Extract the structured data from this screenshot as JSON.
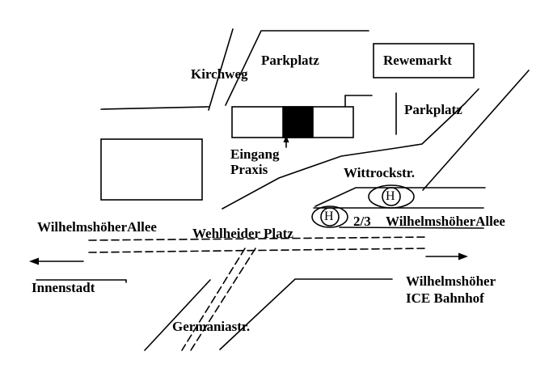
{
  "map": {
    "labels": {
      "kirchweg": "Kirchweg",
      "parkplatz_top": "Parkplatz",
      "rewemarkt": "Rewemarkt",
      "parkplatz_right": "Parkplatz",
      "eingang": "Eingang",
      "praxis": "Praxis",
      "wittrockstr": "Wittrockstr.",
      "wilhelmshoeher_allee_left": "WilhelmshöherAllee",
      "bus_line": "2/3",
      "wilhelmshoeher_allee_right": "WilhelmshöherAllee",
      "wehlheider_platz": "Wehlheider Platz",
      "innenstadt": "Innenstadt",
      "wilhelmshoeher": "Wilhelmshöher",
      "ice_bahnhof": "ICE Bahnhof",
      "germaniastr": "Germaniastr."
    },
    "symbols": {
      "bus_stop": "H"
    },
    "colors": {
      "ink": "#000000",
      "paper": "#ffffff"
    }
  }
}
